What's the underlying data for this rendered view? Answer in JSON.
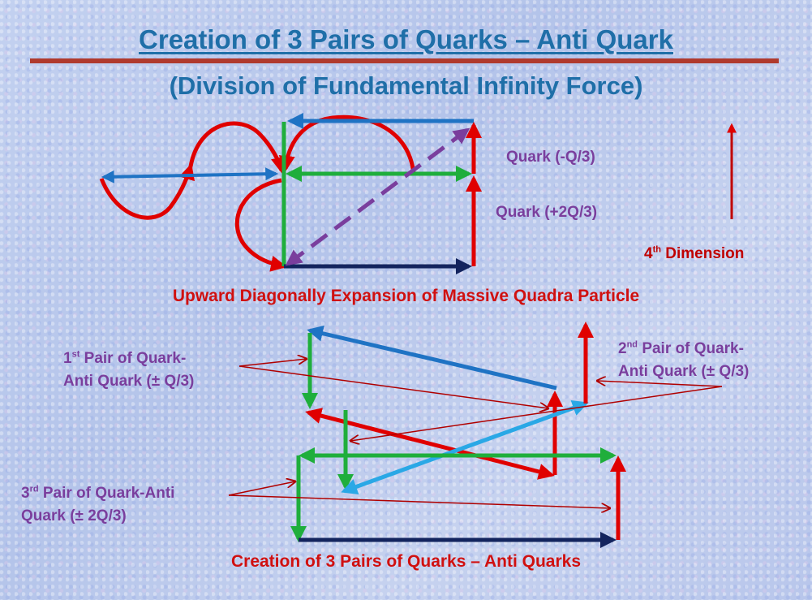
{
  "title": "Creation of 3 Pairs of Quarks – Anti Quark",
  "subtitle": "(Division of Fundamental Infinity Force)",
  "top_diagram": {
    "quark_neg": "Quark (-Q/3)",
    "quark_pos": "Quark (+2Q/3)",
    "dimension": "Dimension",
    "dimension_sup": "th",
    "dimension_num": "4",
    "caption": "Upward Diagonally Expansion of Massive Quadra Particle"
  },
  "bottom_diagram": {
    "pair1_num": "1",
    "pair1_sup": "st",
    "pair1_line1": "Pair of Quark-",
    "pair1_line2": "Anti Quark (± Q/3)",
    "pair2_num": "2",
    "pair2_sup": "nd",
    "pair2_line1": "Pair of Quark-",
    "pair2_line2": "Anti Quark (± Q/3)",
    "pair3_num": "3",
    "pair3_sup": "rd",
    "pair3_line1": "Pair of Quark-Anti",
    "pair3_line2": "Quark (± 2Q/3)",
    "caption": "Creation of 3 Pairs of Quarks – Anti Quarks"
  },
  "colors": {
    "title": "#1f6fa8",
    "rule": "#b03a2e",
    "red": "#e00000",
    "green": "#1fae3c",
    "blue": "#1f73c4",
    "light_blue": "#2aa8e6",
    "navy": "#13245e",
    "purple": "#7a3e9d",
    "dark_red": "#b00000"
  }
}
